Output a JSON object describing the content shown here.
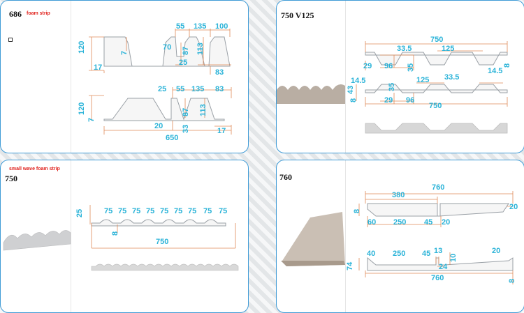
{
  "panels": {
    "p686": {
      "title": "686",
      "subtitle": "foam strip",
      "dims": {
        "a120": "120",
        "a17": "17",
        "a7": "7",
        "a55": "55",
        "a135": "135",
        "a100": "100",
        "a70": "70",
        "a87": "87",
        "a113": "113",
        "a25": "25",
        "a83": "83",
        "b25": "25",
        "b55": "55",
        "b135": "135",
        "b83": "83",
        "b120": "120",
        "b7": "7",
        "b87": "87",
        "b113": "113",
        "b20": "20",
        "b33": "33",
        "b17": "17",
        "b650": "650"
      }
    },
    "p750v": {
      "title": "750 V125",
      "dims": {
        "c750": "750",
        "c33_5": "33.5",
        "c125": "125",
        "c8": "8",
        "c29": "29",
        "c96": "96",
        "c35": "35",
        "d14_5a": "14.5",
        "d14_5b": "14.5",
        "d43": "43",
        "d8": "8",
        "d35": "35",
        "d125": "125",
        "d33_5": "33.5",
        "d29": "29",
        "d96": "96",
        "d750": "750"
      }
    },
    "p750": {
      "title": "750",
      "subtitle": "small wave foam strip",
      "dims": {
        "e25": "25",
        "e75": "75",
        "e8": "8",
        "e750": "750"
      }
    },
    "p760": {
      "title": "760",
      "dims": {
        "f760": "760",
        "f380": "380",
        "f8": "8",
        "f20": "20",
        "f60": "60",
        "f250": "250",
        "f45": "45",
        "f20b": "20",
        "g40": "40",
        "g250": "250",
        "g45": "45",
        "g13": "13",
        "g10": "10",
        "g20": "20",
        "g74": "74",
        "g24": "24",
        "g760": "760",
        "g8": "8"
      }
    }
  }
}
